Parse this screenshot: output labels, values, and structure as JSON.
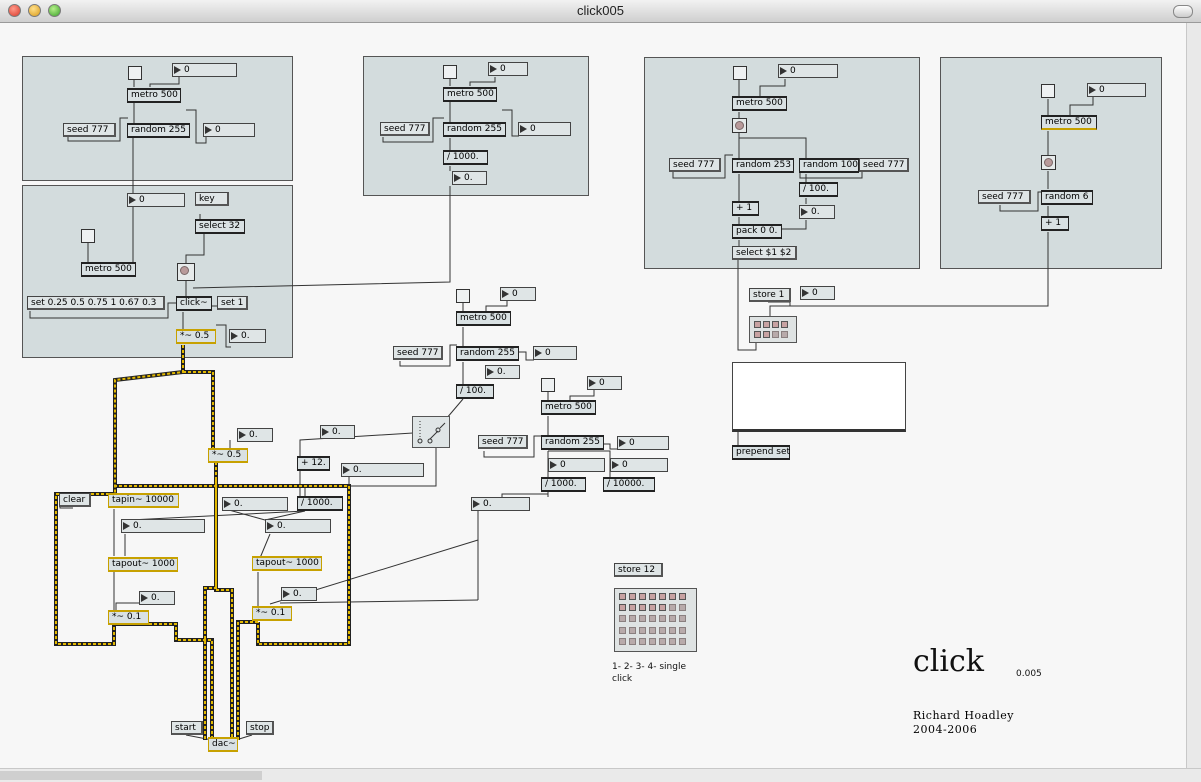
{
  "window": {
    "title": "click005"
  },
  "objects": {
    "metro_a": "metro 500",
    "random_a": "random 255",
    "key": "key",
    "select32": "select 32",
    "metro_b": "metro 500",
    "click": "click~",
    "mul_a": "*~ 0.5",
    "metro_c": "metro 500",
    "random_c": "random 255",
    "div_c": "/ 1000.",
    "metro_d": "metro 500",
    "random_d253": "random 253",
    "random_d100": "random 100",
    "div_d": "/ 100.",
    "plus_d": "+ 1",
    "pack_d": "pack 0 0.",
    "metro_e": "metro 500",
    "random_e": "random 6",
    "plus_e": "+ 1",
    "metro_f": "metro 500",
    "random_f": "random 255",
    "div_f": "/ 100.",
    "metro_g": "metro 500",
    "random_g": "random 255",
    "div_g1": "/ 1000.",
    "div_g2": "/ 10000.",
    "mul_h": "*~ 0.5",
    "plus_h": "+ 12.",
    "div_h": "/ 1000.",
    "tapin": "tapin~ 10000",
    "tapout_l": "tapout~ 1000",
    "tapout_r": "tapout~ 1000",
    "mul_l": "*~ 0.1",
    "mul_r": "*~ 0.1",
    "dac": "dac~",
    "prepend": "prepend set"
  },
  "messages": {
    "seed_a": "seed 777",
    "setlist": "set 0.25 0.5 0.75 1 0.67 0.3",
    "set1": "set 1",
    "seed_c": "seed 777",
    "seed_d": "seed 777",
    "seed_d2": "seed 777",
    "select_d": "select $1 $2",
    "seed_e": "seed 777",
    "store1": "store 1",
    "seed_f": "seed 777",
    "seed_g": "seed 777",
    "clear": "clear",
    "store12": "store 12",
    "start": "start",
    "stop": "stop"
  },
  "numbers": {
    "n_a1": "0",
    "n_a2": "0",
    "n_b1": "0",
    "n_b2": "0.",
    "n_c1": "0",
    "n_c2": "0",
    "n_c3": "0.",
    "n_d1": "0",
    "n_d2": "0.",
    "n_e1": "0",
    "n_store": "0",
    "n_f1": "0",
    "n_f2": "0",
    "n_f3": "0.",
    "n_g1": "0",
    "n_g2": "0",
    "n_g3": "0",
    "n_g4": "0",
    "n_h1": "0.",
    "n_h2": "0.",
    "n_h3": "0.",
    "n_h4": "0.",
    "n_h5": "0.",
    "n_t1": "0.",
    "n_t2": "0.",
    "n_t3": "0.",
    "n_t4": "0."
  },
  "comments": {
    "preset_note": "1- 2- 3- 4- single\nclick",
    "big_title": "click",
    "version": "0.005",
    "author": "Richard Hoadley\n2004-2006"
  },
  "colors": {
    "panel": "#d3dcdd",
    "signal_patchcord": "#c7a100",
    "canvas": "#f7f7f7"
  }
}
